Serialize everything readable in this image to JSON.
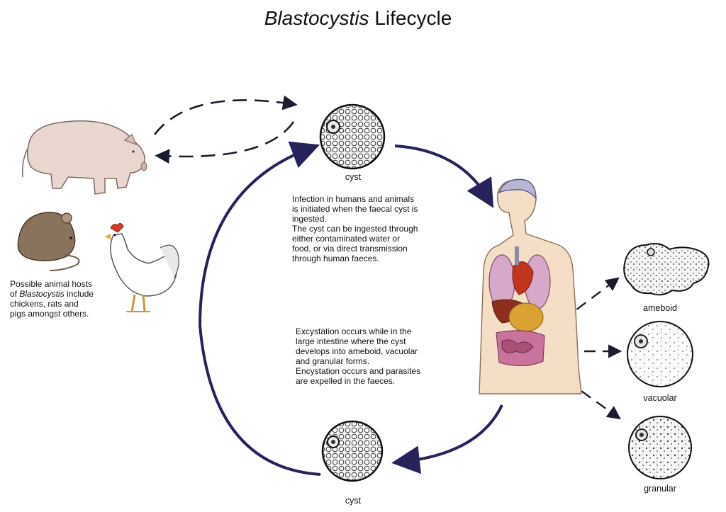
{
  "title": {
    "italic": "Blastocystis",
    "rest": " Lifecycle"
  },
  "labels": {
    "cyst_top": "cyst",
    "cyst_bottom": "cyst",
    "ameboid": "ameboid",
    "vacuolar": "vacuolar",
    "granular": "granular"
  },
  "hosts": {
    "line1": "Possible animal hosts",
    "line2_prefix": "of ",
    "line2_italic": "Blastocystis",
    "line2_suffix": " include",
    "line3": "chickens, rats and",
    "line4": "pigs amongst others."
  },
  "infection_text": "Infection in humans and animals\nis initiated when the faecal cyst is\ningested.\nThe cyst can be ingested through\neither contaminated water or\nfood, or via direct transmission\nthrough human faeces.",
  "excystation_text": "Excystation occurs while in the\nlarge intestine where the cyst\ndevelops into ameboid, vacuolar\nand granular forms.\nEncystation occurs and parasites\nare expelled in the faeces.",
  "icons": [
    "pig-icon",
    "rat-icon",
    "chicken-icon",
    "human-body-icon",
    "cyst-icon",
    "ameboid-form-icon",
    "vacuolar-form-icon",
    "granular-form-icon"
  ],
  "colors": {
    "arrow": "#25235a",
    "dashed_arrow": "#1b1b2e"
  }
}
